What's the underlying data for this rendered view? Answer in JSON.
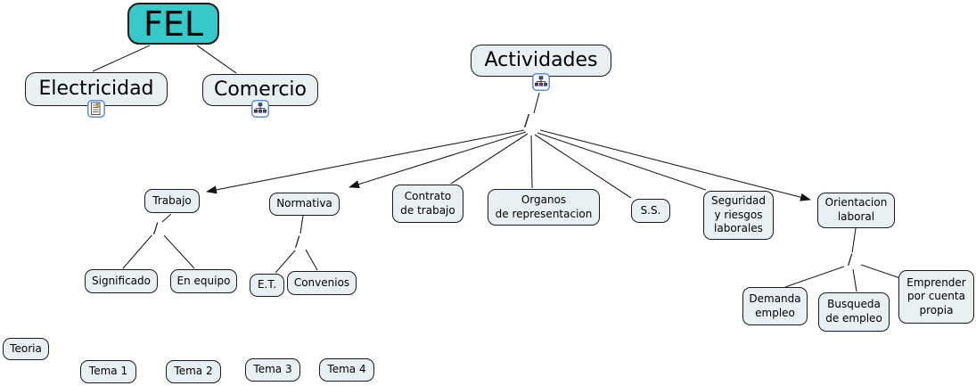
{
  "app": {
    "view": "concept-map-canvas"
  },
  "colors": {
    "root_fill": "#35C9C9",
    "node_fill": "#E9F0F4",
    "node_border": "#1c1c1c",
    "line": "#222222",
    "icon_border": "#5B8DD9"
  },
  "nodes": {
    "fel": {
      "label": "FEL"
    },
    "electricidad": {
      "label": "Electricidad",
      "icon": "document-icon"
    },
    "comercio": {
      "label": "Comercio",
      "icon": "hierarchy-icon"
    },
    "actividades": {
      "label": "Actividades",
      "icon": "hierarchy-icon"
    },
    "trabajo": {
      "label": "Trabajo"
    },
    "normativa": {
      "label": "Normativa"
    },
    "contrato": {
      "label": "Contrato\nde trabajo"
    },
    "organos": {
      "label": "Organos\nde representacion"
    },
    "ss": {
      "label": "S.S."
    },
    "seguridad": {
      "label": "Seguridad\ny riesgos\nlaborales"
    },
    "orientacion": {
      "label": "Orientacion\nlaboral"
    },
    "significado": {
      "label": "Significado"
    },
    "en_equipo": {
      "label": "En equipo"
    },
    "et": {
      "label": "E.T."
    },
    "convenios": {
      "label": "Convenios"
    },
    "demanda": {
      "label": "Demanda\nempleo"
    },
    "busqueda": {
      "label": "Busqueda\nde empleo"
    },
    "emprender": {
      "label": "Emprender\npor cuenta\npropia"
    },
    "teoria": {
      "label": "Teoria"
    },
    "tema1": {
      "label": "Tema 1"
    },
    "tema2": {
      "label": "Tema 2"
    },
    "tema3": {
      "label": "Tema 3"
    },
    "tema4": {
      "label": "Tema 4"
    }
  },
  "links": {
    "actividades_hub": {
      "label": "/"
    },
    "trabajo_hub": {
      "label": "/"
    },
    "normativa_hub": {
      "label": "/"
    },
    "orientacion_hub": {
      "label": "/"
    }
  }
}
